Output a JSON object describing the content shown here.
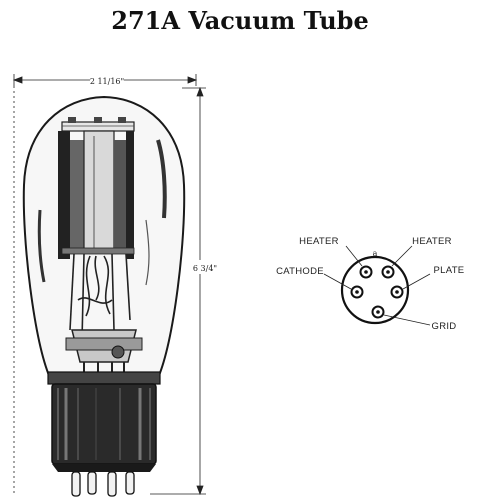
{
  "title": "271A Vacuum Tube",
  "dimensions": {
    "width_label": "2 11/16\"",
    "height_label": "6 3/4\""
  },
  "base_diagram": {
    "pin_labels": {
      "heater_left": "HEATER",
      "heater_right": "HEATER",
      "cathode": "CATHODE",
      "plate": "PLATE",
      "grid": "GRID"
    },
    "key_mark": "a"
  }
}
